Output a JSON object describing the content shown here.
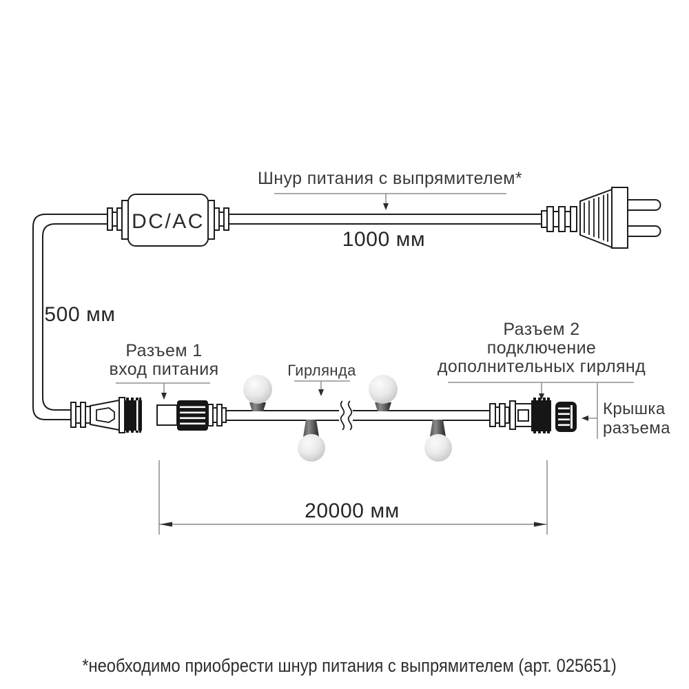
{
  "diagram": {
    "converter_label": "DC/AC",
    "power_cord": {
      "label": "Шнур питания с выпрямителем*",
      "length": "1000 мм"
    },
    "drop_cable_length": "500 мм",
    "connector1": {
      "line1": "Разъем 1",
      "line2": "вход питания"
    },
    "garland": {
      "label": "Гирлянда",
      "length": "20000 мм"
    },
    "connector2": {
      "line1": "Разъем 2",
      "line2": "подключение",
      "line3": "дополнительных гирлянд"
    },
    "cap": {
      "line1": "Крышка",
      "line2": "разъема"
    },
    "footnote": "*необходимо приобрести шнур питания с выпрямителем (арт. 025651)"
  },
  "colors": {
    "line": "#1c1c1c",
    "text": "#3a3a3a",
    "dark": "#161616",
    "pointer": "#8f8f8f",
    "dim": "#6e6e6e",
    "arrow": "#2b2b2b",
    "bulb_hi": "#fbfbfb",
    "bulb_lo": "#bfbfbf",
    "socket_light": "#8a8a8a",
    "socket_dark": "#242424"
  }
}
